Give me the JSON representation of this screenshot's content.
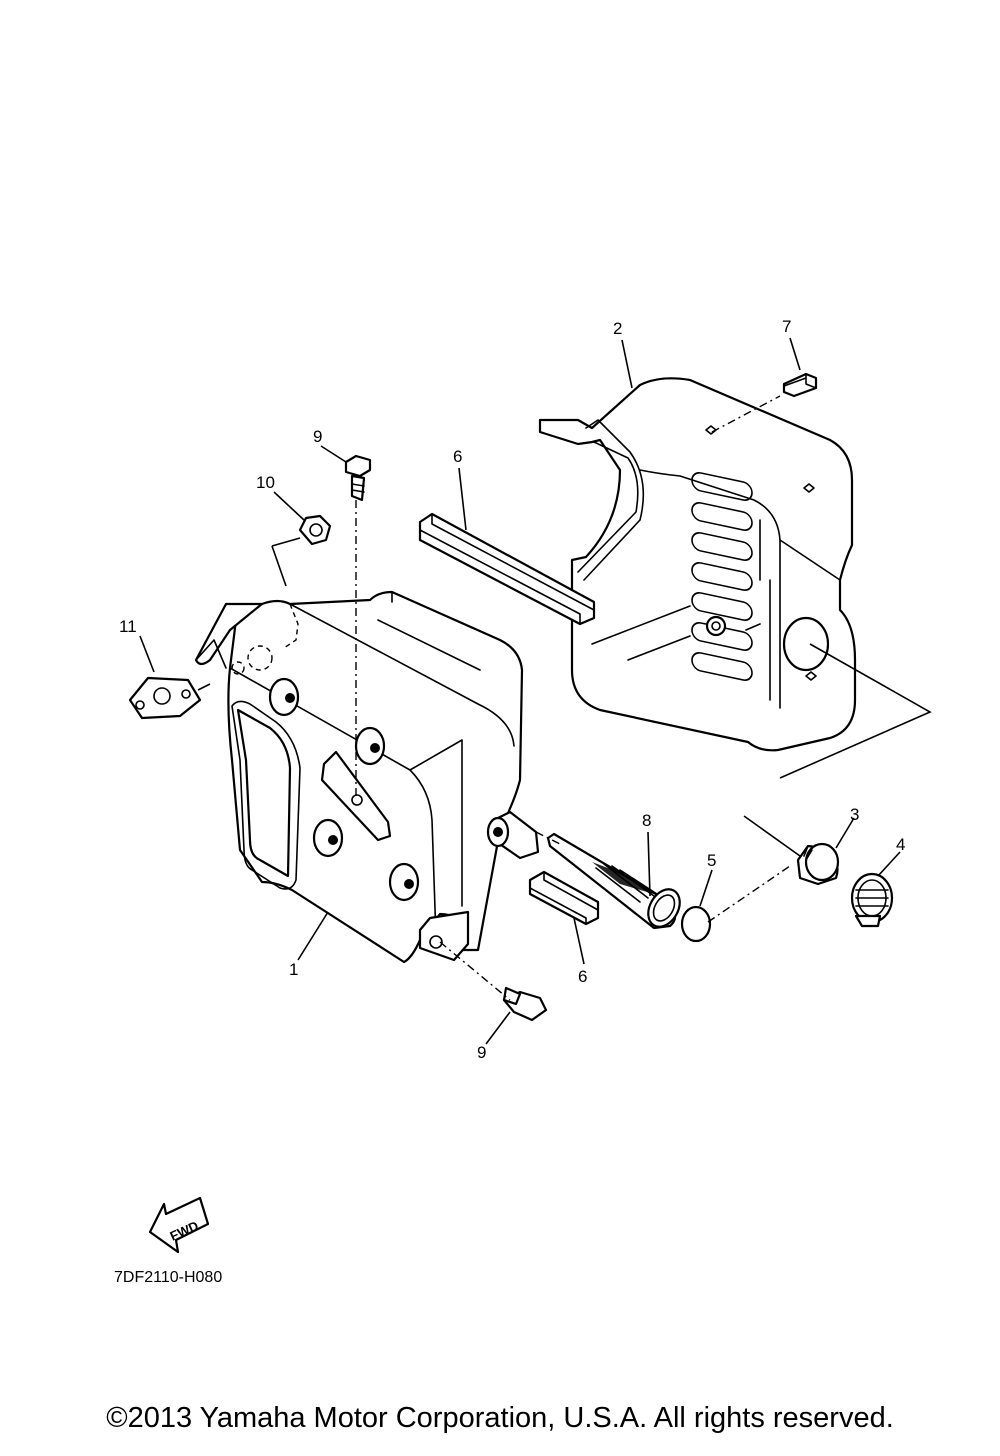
{
  "diagram_code": "7DF2110-H080",
  "fwd_label": "FWD",
  "copyright": "©2013 Yamaha Motor Corporation, U.S.A. All rights reserved.",
  "callouts": {
    "c1": "1",
    "c2": "2",
    "c3": "3",
    "c4": "4",
    "c5": "5",
    "c6a": "6",
    "c6b": "6",
    "c7": "7",
    "c8": "8",
    "c9a": "9",
    "c9b": "9",
    "c10": "10",
    "c11": "11"
  }
}
